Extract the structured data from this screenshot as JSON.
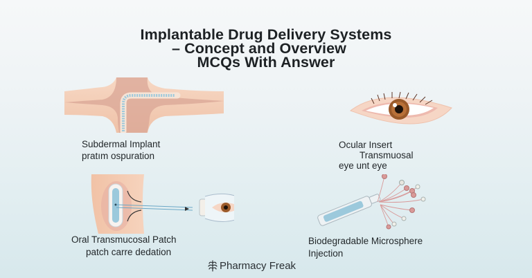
{
  "title": {
    "line1": "Implantable Drug Delivery Systems",
    "line2": "– Concept and Overview",
    "line3": "MCQs With Answer"
  },
  "panels": [
    {
      "id": "subdermal",
      "illustration": "subdermal-implant-illustration",
      "caption_line1": "Subdermal Implant",
      "caption_line2": "pratım ospuration"
    },
    {
      "id": "ocular",
      "illustration": "eye-illustration",
      "caption_line1": "Ocular Insert",
      "caption_line2": "Transmuosal",
      "caption_line3": "eye unt eye"
    },
    {
      "id": "transmucosal",
      "illustration": "arm-patch-to-eye-illustration",
      "caption_line1": "Oral Transmucosal Patch",
      "caption_line2": "patch carre dedation"
    },
    {
      "id": "microsphere",
      "illustration": "syringe-microsphere-illustration",
      "caption_line1": "Biodegradable Microsphere",
      "caption_line2": "Injection"
    }
  ],
  "footer": {
    "brand_icon": "leaf-logo-icon",
    "brand_name": "Pharmacy Freak"
  },
  "colors": {
    "skin": "#f4cdb4",
    "skin_dark": "#d9a595",
    "implant_blue": "#9cc9dc",
    "iris": "#9a5a2a",
    "text": "#1f2326"
  }
}
